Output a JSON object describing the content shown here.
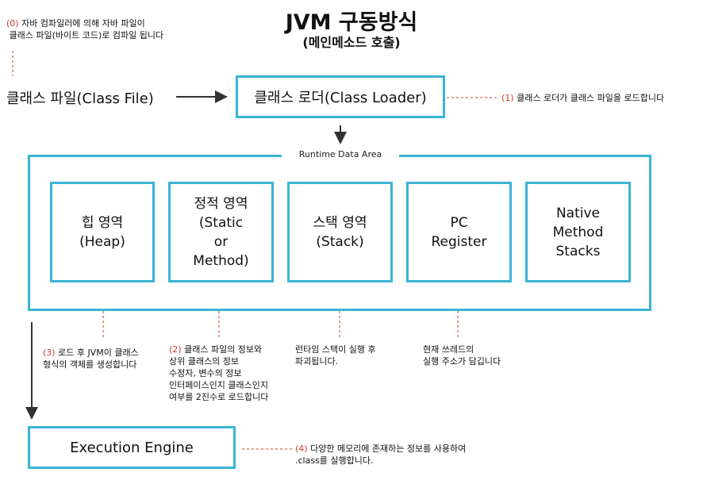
{
  "header": {
    "title": "JVM 구동방식",
    "subtitle": "(메인메소드 호출)"
  },
  "notes": {
    "n0": {
      "num": "(0)",
      "text": " 자바 컴파일러에 의해 자바 파일이\n 클래스 파일(바이트 코드)로 컴파일 됩니다"
    },
    "n1": {
      "num": "(1)",
      "text": " 클래스 로더가 클래스 파일을 로드합니다"
    },
    "n3": {
      "num": "(3)",
      "text": " 로드 후 JVM이 클래스\n형식의 객체를 생성합니다"
    },
    "n2": {
      "num": "(2)",
      "text": " 클래스 파일의 정보와\n상위 클래스의 정보\n수정자, 변수의 정보\n인터페이스인지 클래스인지\n여부를 2진수로 로드합니다"
    },
    "stack_note": "런타임 스택이 실행 후\n파괴됩니다.",
    "pc_note": "현재 쓰레드의\n실행 주소가 담깁니다",
    "n4": {
      "num": "(4)",
      "text": " 다양한 메모리에 존재하는 정보를 사용하여\n.class를 실행합니다."
    }
  },
  "class_file": "클래스 파일(Class File)",
  "class_loader": "클래스 로더(Class Loader)",
  "runtime_area": {
    "label": "Runtime Data Area",
    "areas": [
      {
        "label": "힙 영역\n(Heap)"
      },
      {
        "label": "정적 영역\n(Static\nor\nMethod)"
      },
      {
        "label": "스택 영역\n(Stack)"
      },
      {
        "label": "PC\nRegister"
      },
      {
        "label": "Native\nMethod\nStacks"
      }
    ]
  },
  "execution_engine": "Execution Engine",
  "colors": {
    "box_border": "#3bb3d6",
    "note_number": "#d23a2e",
    "dashed_line": "#d23a2e"
  }
}
